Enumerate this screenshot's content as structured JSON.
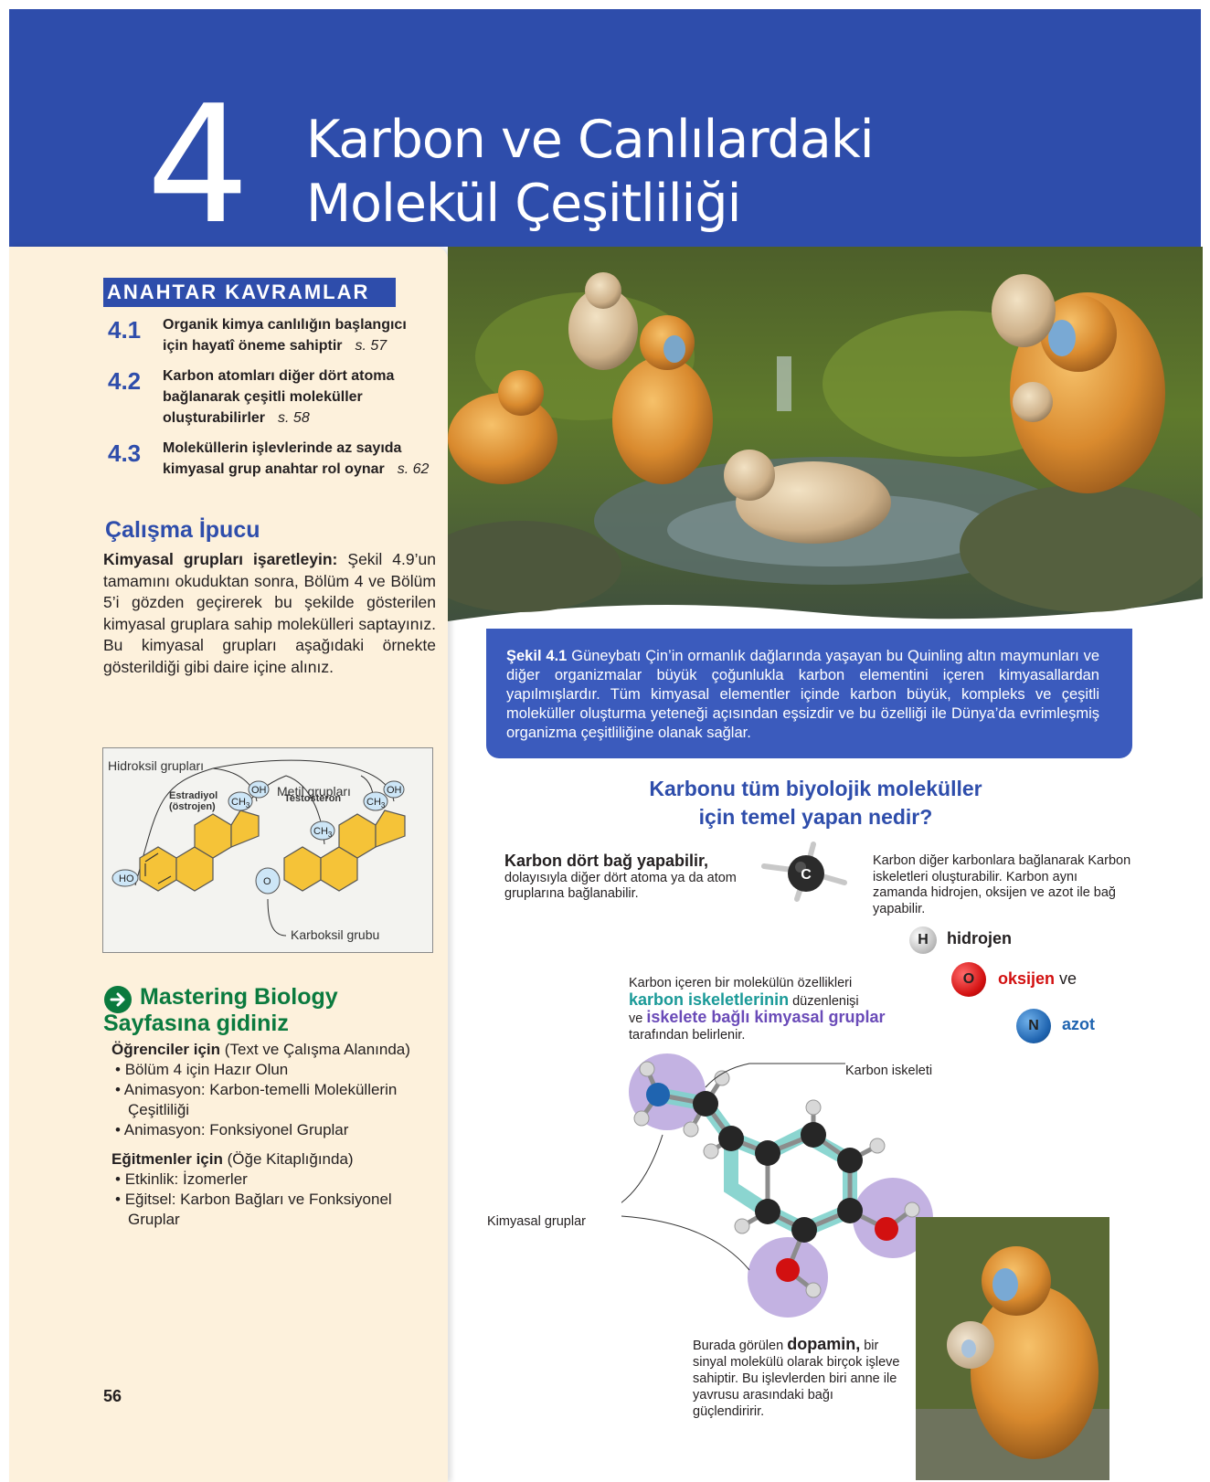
{
  "header": {
    "chapter_number": "4",
    "title_line1": "Karbon ve Canlılardaki",
    "title_line2": "Molekül Çeşitliliği"
  },
  "key_concepts": {
    "heading": "ANAHTAR KAVRAMLAR",
    "items": [
      {
        "num": "4.1",
        "line1": "Organik kimya canlılığın başlangıcı",
        "line2": "için hayatî öneme sahiptir",
        "line3": "",
        "page": "s. 57"
      },
      {
        "num": "4.2",
        "line1": "Karbon atomları diğer dört atoma",
        "line2": "bağlanarak çeşitli moleküller",
        "line3": "oluşturabilirler",
        "page": "s. 58"
      },
      {
        "num": "4.3",
        "line1": "Moleküllerin işlevlerinde az sayıda",
        "line2": "kimyasal grup anahtar rol oynar",
        "line3": "",
        "page": "s. 62"
      }
    ]
  },
  "study_tip": {
    "heading": "Çalışma İpucu",
    "lead": "Kimyasal grupları işaretleyin:",
    "body": "Şekil 4.9’un tamamını okuduktan sonra, Bölüm 4 ve Bölüm 5’i gözden geçirerek bu şekilde gösterilen kimyasal gruplara sahip molekülleri saptayınız. Bu kimyasal grupları aşağıdaki örnekte gösterildiği gibi daire içine alınız."
  },
  "steroid_figure": {
    "hydroxyl_label": "Hidroksil grupları",
    "methyl_label": "Metil grupları",
    "estradiol_label": "Estradiyol",
    "estrogen_label": "(östrojen)",
    "testosterone_label": "Testosteron",
    "carboxyl_label": "Karboksil grubu",
    "oh": "OH",
    "ho": "HO",
    "o": "O",
    "ch": "CH",
    "sub3": "3"
  },
  "mastering": {
    "title_line1": "Mastering Biology",
    "title_line2": "Sayfasına gidiniz",
    "students_heading": "Öğrenciler için",
    "students_note": "(Text ve Çalışma Alanında)",
    "students_items": [
      "Bölüm 4 için Hazır Olun",
      "Animasyon: Karbon-temelli Moleküllerin Çeşitliliği",
      "Animasyon: Fonksiyonel Gruplar"
    ],
    "teachers_heading": "Eğitmenler için",
    "teachers_note": "(Öğe Kitaplığında)",
    "teachers_items": [
      "Etkinlik: İzomerler",
      "Eğitsel: Karbon Bağları ve Fonksiyonel Gruplar"
    ]
  },
  "page_number": "56",
  "caption": {
    "label": "Şekil 4.1",
    "text": "Güneybatı Çin’in ormanlık dağlarında yaşayan bu Quinling altın maymunları ve diğer organizmalar büyük çoğunlukla karbon elementini içeren kimyasallardan yapılmışlardır. Tüm kimyasal elementler içinde karbon büyük, kompleks ve çeşitli moleküller oluşturma yeteneği açısından eşsizdir ve bu özelliği ile Dünya’da evrimleşmiş organizma çeşitliliğine olanak sağlar."
  },
  "question": {
    "line1": "Karbonu tüm biyolojik moleküller",
    "line2": "için temel yapan nedir?"
  },
  "carbon": {
    "bold": "Karbon dört bağ yapabilir,",
    "rest": "dolayısıyla diğer dört atoma ya da atom gruplarına bağlanabilir.",
    "atom_symbol": "C",
    "right_text": "Karbon diğer karbonlara bağlanarak Karbon iskeletleri oluşturabilir. Karbon aynı zamanda hidrojen, oksijen ve azot ile bağ yapabilir."
  },
  "atoms": {
    "h_symbol": "H",
    "h_label": "hidrojen",
    "o_symbol": "O",
    "o_label": "oksijen",
    "ve": "ve",
    "n_symbol": "N",
    "n_label": "azot"
  },
  "molecule_text": {
    "line1": "Karbon içeren bir molekülün özellikleri",
    "teal": "karbon iskeletlerinin",
    "mid": "düzenlenişi",
    "ve": "ve",
    "purple": "iskelete bağlı kimyasal gruplar",
    "end": "tarafından belirlenir."
  },
  "labels": {
    "skeleton": "Karbon iskeleti",
    "groups": "Kimyasal gruplar"
  },
  "dopamine": {
    "pre": "Burada görülen",
    "bold": "dopamin,",
    "post": "bir sinyal molekülü olarak birçok işleve sahiptir. Bu işlevlerden biri anne ile yavrusu arasındaki bağı güçlendiririr."
  },
  "colors": {
    "header_blue": "#2e4dab",
    "caption_blue": "#3b5bbd",
    "sidebar_bg": "#fdf1dc",
    "mastering_green": "#0a7a3e",
    "teal": "#1b9a98",
    "purple": "#6a4bb8",
    "oxygen_red": "#d21010",
    "nitrogen_blue": "#1f64b0"
  }
}
